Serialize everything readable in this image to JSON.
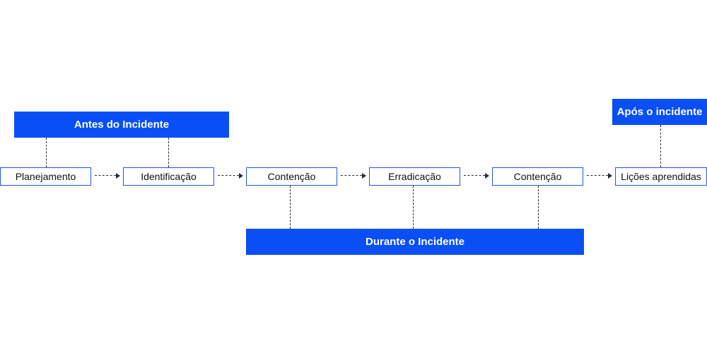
{
  "phases": {
    "before": "Antes do Incidente",
    "during": "Durante o Incidente",
    "after": "Após o incidente"
  },
  "steps": [
    "Planejamento",
    "Identificação",
    "Contenção",
    "Erradicação",
    "Contenção",
    "Lições aprendidas"
  ],
  "colors": {
    "phase_fill": "#0a4ef5",
    "step_border": "#2255e8",
    "connector": "#2a2a3a"
  }
}
